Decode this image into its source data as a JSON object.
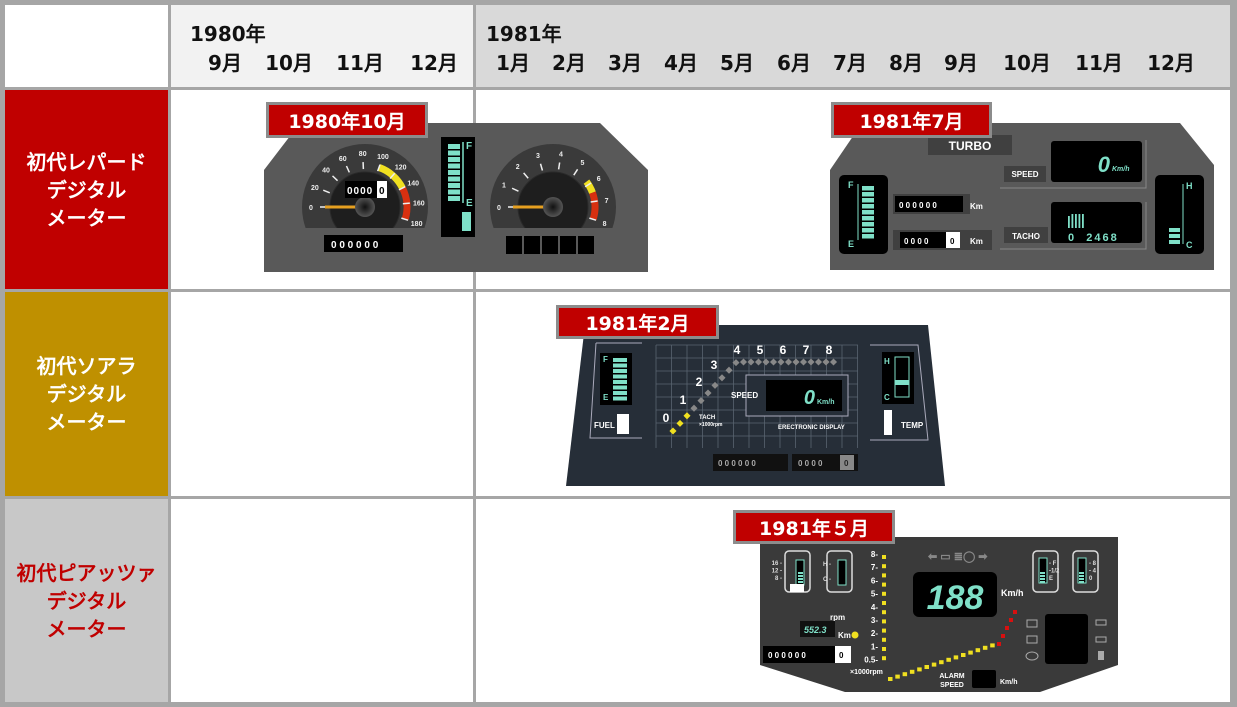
{
  "header": {
    "year1980": "1980年",
    "months1980": [
      "9月",
      "10月",
      "11月",
      "12月"
    ],
    "year1981": "1981年",
    "months1981": [
      "1月",
      "2月",
      "3月",
      "4月",
      "5月",
      "6月",
      "7月",
      "8月",
      "9月",
      "10月",
      "11月",
      "12月"
    ]
  },
  "rows": [
    {
      "lines": [
        "初代レパード",
        "デジタル",
        "メーター"
      ],
      "bg": "#c00000",
      "fg": "#ffffff"
    },
    {
      "lines": [
        "初代ソアラ",
        "デジタル",
        "メーター"
      ],
      "bg": "#bf9000",
      "fg": "#ffffff"
    },
    {
      "lines": [
        "初代ピアッツァ",
        "デジタル",
        "メーター"
      ],
      "bg": "#c8c8c8",
      "fg": "#c00000"
    }
  ],
  "badges": {
    "leopard_1980": "1980年10月",
    "leopard_1981": "1981年7月",
    "soarer": "1981年2月",
    "piazza": "1981年５月"
  },
  "leopard1980": {
    "speed_labels": [
      "0",
      "20",
      "40",
      "60",
      "80",
      "100",
      "120",
      "140",
      "160",
      "180"
    ],
    "tach_labels": [
      "0",
      "1",
      "2",
      "3",
      "4",
      "5",
      "6",
      "7",
      "8"
    ],
    "trip": "0000",
    "trip_last": "0",
    "odometer": "0 0 0 0 0 0",
    "fuel_f": "F",
    "fuel_e": "E"
  },
  "leopard1981": {
    "turbo": "TURBO",
    "speed_label": "SPEED",
    "speed_value": "0",
    "speed_unit": "Km/h",
    "odometer": "0 0 0 0 0 0",
    "trip": "0 0 0 0",
    "trip_last": "0",
    "km": "Km",
    "tacho_label": "TACHO",
    "tacho_scale": "0  2468",
    "fuel_f": "F",
    "fuel_e": "E",
    "temp_h": "H",
    "temp_c": "C"
  },
  "soarer": {
    "tach_labels": [
      "0",
      "1",
      "2",
      "3",
      "4",
      "5",
      "6",
      "7",
      "8"
    ],
    "tach_caption": "TACH",
    "tach_unit": "×1000rpm",
    "speed_label": "SPEED",
    "speed_value": "0",
    "speed_unit": "Km/h",
    "display_caption": "ERECTRONIC DISPLAY",
    "fuel": "FUEL",
    "temp": "TEMP",
    "fuel_f": "F",
    "fuel_e": "E",
    "temp_h": "H",
    "temp_c": "C",
    "odometer": "0 0 0 0 0 0",
    "trip": "0 0 0 0",
    "trip_last": "0"
  },
  "piazza": {
    "rpm_labels": [
      "8-",
      "7-",
      "6-",
      "5-",
      "4-",
      "3-",
      "2-",
      "1-",
      "0.5-"
    ],
    "rpm_unit": "×1000rpm",
    "rpm": "rpm",
    "speed_value": "188",
    "speed_unit": "Km/h",
    "trip_value": "552.3",
    "km": "Km",
    "odometer": "0 0 0 0 0 0",
    "odometer_last": "0",
    "alarm1": "ALARM",
    "alarm2": "SPEED",
    "alarm_unit": "Km/h",
    "volt_labels": [
      "16 -",
      "12 -",
      "8 -"
    ],
    "temp_h": "H -",
    "temp_c": "C -",
    "fuel_labels": [
      "- F",
      "-1/2",
      "E"
    ],
    "oil_labels": [
      "- 8",
      "- 4",
      "0"
    ]
  },
  "colors": {
    "panel_grey": "#595959",
    "soarer_panel": "#262e38",
    "lcd": "#7fe0c8",
    "red": "#c00000"
  }
}
